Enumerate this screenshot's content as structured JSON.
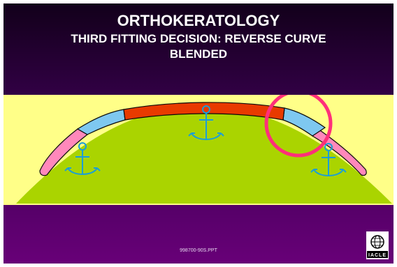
{
  "slide": {
    "title_line1": "ORTHOKERATOLOGY",
    "title_line2": "THIRD FITTING DECISION: REVERSE CURVE",
    "title_line3": "BLENDED",
    "footer_code": "998700-90S.PPT"
  },
  "colors": {
    "background_top": "#12001a",
    "background_bottom": "#680078",
    "panel": "#ffff88",
    "cornea": "#aad400",
    "optic_zone": "#e83a00",
    "reverse_curve": "#7ec8f0",
    "alignment_curve": "#ff88bb",
    "anchor": "#1a9ed8",
    "highlight_circle": "#ff2f7a"
  },
  "logo": {
    "text": "IACLE"
  }
}
